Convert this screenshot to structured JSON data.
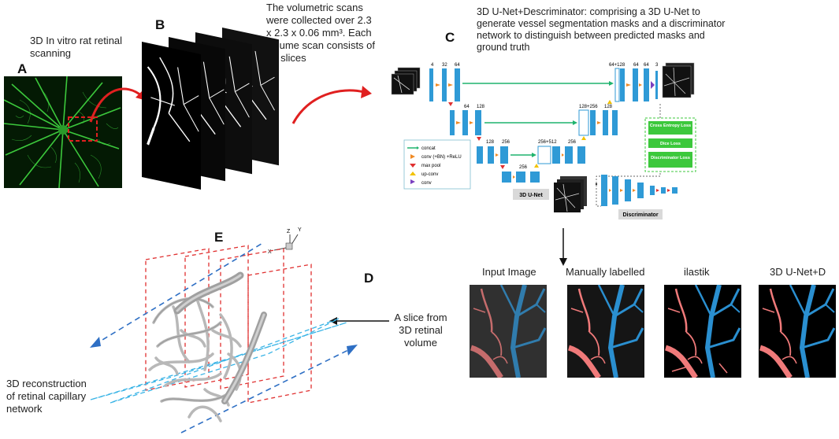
{
  "panels": {
    "A": {
      "letter": "A",
      "caption_lines": [
        "3D In vitro rat retinal",
        "scanning"
      ]
    },
    "B": {
      "letter": "B",
      "caption_lines": [
        "The volumetric scans",
        "were collected over 2.3",
        "x 2.3 x 0.06 mm³. Each",
        "volume scan consists of",
        "75 slices"
      ]
    },
    "C": {
      "letter": "C",
      "caption_lines": [
        "3D U-Net+Descriminator: comprising a 3D U-Net to",
        "generate vessel segmentation masks and a discriminator",
        "network to distinguish between predicted masks and",
        "ground truth"
      ],
      "legend": [
        "concat",
        "conv (+BN) +ReLU",
        "max pool",
        "up-conv",
        "conv"
      ],
      "channel_labels": {
        "l1": [
          "4",
          "32",
          "64"
        ],
        "l1_dec": [
          "64+128",
          "64",
          "64",
          "3"
        ],
        "l2": [
          "64",
          "128"
        ],
        "l2_dec": [
          "128+256",
          "128"
        ],
        "l3": [
          "128",
          "256"
        ],
        "l3_dec": [
          "256+512",
          "256"
        ],
        "bottom": [
          "256"
        ]
      },
      "unet_label": "3D U-Net",
      "disc_label": "Discriminator",
      "loss_boxes": [
        "Cross Entropy Loss",
        "Dice Loss",
        "Discriminator Loss"
      ]
    },
    "D": {
      "letter": "D",
      "slice_caption_lines": [
        "A slice from",
        "3D retinal",
        "volume"
      ],
      "columns": [
        "Input Image",
        "Manually labelled",
        "ilastik",
        "3D U-Net+D"
      ]
    },
    "E": {
      "letter": "E",
      "caption_lines": [
        "3D reconstruction",
        "of retinal capillary",
        "network"
      ],
      "axes": [
        "X",
        "Y",
        "Z"
      ]
    }
  },
  "colors": {
    "retina_green": "#3fd23f",
    "arrow_red": "#e02020",
    "block_blue": "#2f9ad6",
    "concat_green": "#1fb46e",
    "pool_red": "#e03030",
    "upconv_yellow": "#f2c200",
    "conv_orange": "#f08a24",
    "conv_purple": "#7a3fc0",
    "loss_green": "#3cc83c",
    "vessel_blue": "#2a8fd0",
    "vessel_pink": "#f07a7a",
    "dash_red": "#e03030",
    "dash_blue": "#2e6fc4",
    "dash_cyan": "#3ab4e6"
  }
}
